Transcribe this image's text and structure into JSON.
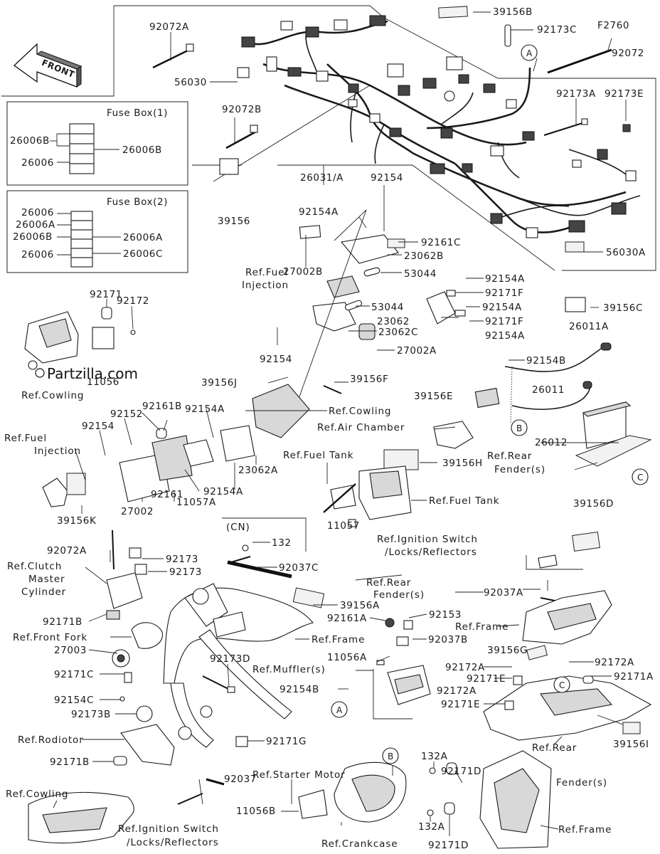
{
  "watermark": "Partzilla.com",
  "front_label": "FRONT",
  "fuse_box_1": {
    "title": "Fuse Box(1)",
    "labels": [
      "26006B",
      "26006",
      "26006B"
    ]
  },
  "fuse_box_2": {
    "title": "Fuse Box(2)",
    "labels": [
      "26006",
      "26006A",
      "26006B",
      "26006",
      "26006A",
      "26006C"
    ]
  },
  "callouts": {
    "circle_a": "A",
    "circle_b": "B",
    "circle_c": "C",
    "f2760": "F2760"
  },
  "part_numbers": {
    "p39156b": "39156B",
    "p92173c": "92173C",
    "p92072": "92072",
    "p92072a_top": "92072A",
    "p56030": "56030",
    "p92072b": "92072B",
    "p92173a": "92173A",
    "p92173e": "92173E",
    "p39156": "39156",
    "p26031a": "26031/A",
    "p92154_a": "92154",
    "p92154a_1": "92154A",
    "p92161c": "92161C",
    "p23062b": "23062B",
    "p27002b": "27002B",
    "p53044_1": "53044",
    "p56030a": "56030A",
    "p92154a_2": "92154A",
    "p92171f_1": "92171F",
    "p53044_2": "53044",
    "p92154a_3": "92154A",
    "p23062": "23062",
    "p92171f_2": "92171F",
    "p23062c": "23062C",
    "p92154a_4": "92154A",
    "p39156c": "39156C",
    "p92154_b": "92154",
    "p27002a": "27002A",
    "p26011a": "26011A",
    "p92171": "92171",
    "p92172": "92172",
    "p11056": "11056",
    "p92154b_1": "92154B",
    "p39156j": "39156J",
    "p39156f": "39156F",
    "p26011": "26011",
    "p39156e": "39156E",
    "p26012": "26012",
    "p92161b": "92161B",
    "p92154a_5": "92154A",
    "p92152": "92152",
    "p92154_c": "92154",
    "p23062a": "23062A",
    "p92154a_6": "92154A",
    "p11057a": "11057A",
    "p92161": "92161",
    "p27002": "27002",
    "p39156k": "39156K",
    "p39156h": "39156H",
    "p11057": "11057",
    "p39156d": "39156D",
    "p132": "132",
    "p92037c": "92037C",
    "p92072a_bot": "92072A",
    "p92173_1": "92173",
    "p92173_2": "92173",
    "p92037a": "92037A",
    "p39156a": "39156A",
    "p92153": "92153",
    "p92161a": "92161A",
    "p92037b": "92037B",
    "p92171b_1": "92171B",
    "p11056a": "11056A",
    "p39156g": "39156G",
    "p27003": "27003",
    "p92172a_1": "92172A",
    "p92171a": "92171A",
    "p92171c": "92171C",
    "p92173d": "92173D",
    "p92171e_1": "92171E",
    "p92172a_2": "92172A",
    "p92154c": "92154C",
    "p92154b_2": "92154B",
    "p92171e_2": "92171E",
    "p92173b": "92173B",
    "p39156i": "39156I",
    "p92171g": "92171G",
    "p92171b_2": "92171B",
    "p132a_1": "132A",
    "p92171d_1": "92171D",
    "p92037": "92037",
    "p11056b": "11056B",
    "p132a_2": "132A",
    "p92171d_2": "92171D"
  },
  "references": {
    "fuel_injection_1": [
      "Ref.Fuel",
      "Injection"
    ],
    "cowling_1": "Ref.Cowling",
    "cowling_2": "Ref.Cowling",
    "air_chamber": "Ref.Air Chamber",
    "rear_fender_1": [
      "Ref.Rear",
      "Fender(s)"
    ],
    "fuel_injection_2": [
      "Ref.Fuel",
      "Injection"
    ],
    "fuel_tank_1": "Ref.Fuel Tank",
    "fuel_tank_2": "Ref.Fuel Tank",
    "ignition_switch_1": [
      "Ref.Ignition Switch",
      "/Locks/Reflectors"
    ],
    "cn": "(CN)",
    "clutch_master": [
      "Ref.Clutch",
      "Master",
      "Cylinder"
    ],
    "rear_fender_2": [
      "Ref.Rear",
      "Fender(s)"
    ],
    "front_fork": "Ref.Front Fork",
    "frame_1": "Ref.Frame",
    "frame_2": "Ref.Frame",
    "muffler": "Ref.Muffler(s)",
    "radiator": "Ref.Rodiotor",
    "rear_fender_3": [
      "Ref.Rear",
      "Fender(s)"
    ],
    "cowling_3": "Ref.Cowling",
    "starter_motor": "Ref.Starter Motor",
    "ignition_switch_2": [
      "Ref.Ignition Switch",
      "/Locks/Reflectors"
    ],
    "crankcase": "Ref.Crankcase",
    "frame_3": "Ref.Frame"
  }
}
